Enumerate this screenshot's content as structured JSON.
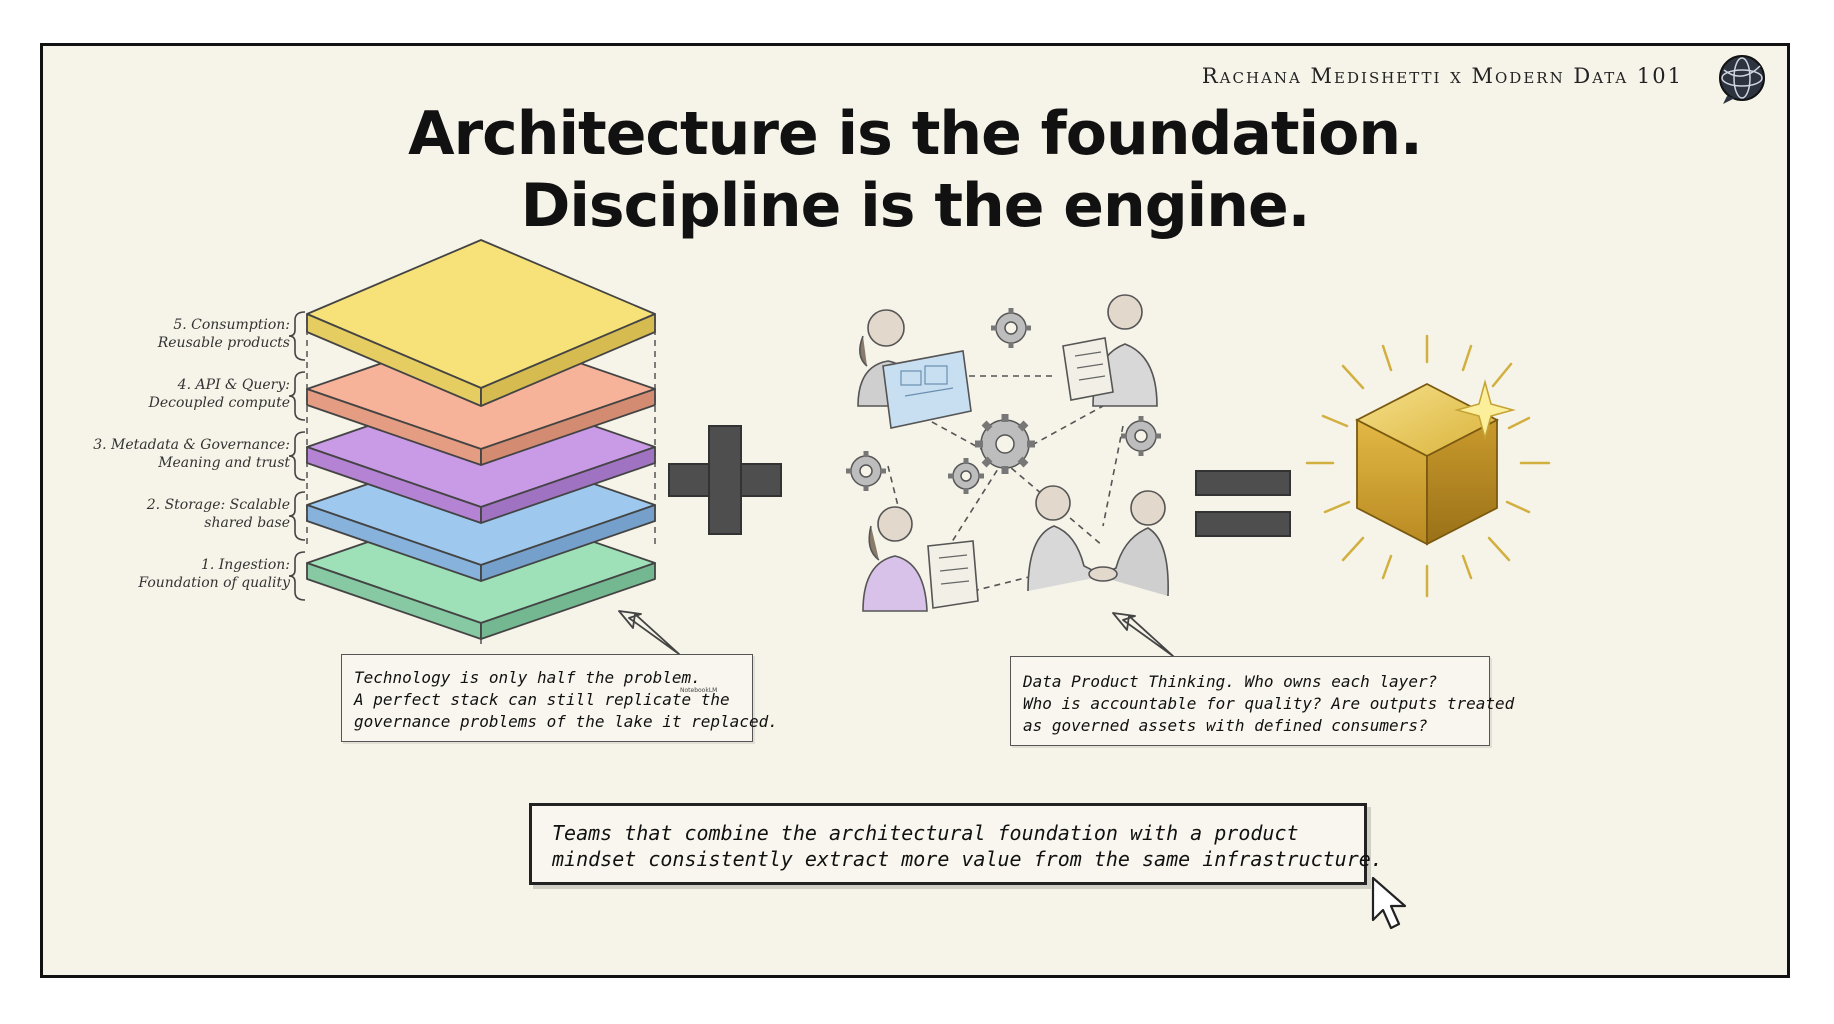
{
  "header": {
    "brand": "Rachana Medishetti x Modern Data 101",
    "logo_icon": "globe-chat-icon"
  },
  "title": {
    "line1": "Architecture is the foundation.",
    "line2": "Discipline is the engine."
  },
  "layers": [
    {
      "line1": "5. Consumption:",
      "line2": "Reusable products",
      "color": "#f7e27a"
    },
    {
      "line1": "4. API & Query:",
      "line2": "Decoupled compute",
      "color": "#f6b39a"
    },
    {
      "line1": "3. Metadata & Governance:",
      "line2": "Meaning and trust",
      "color": "#c99ae6"
    },
    {
      "line1": "2. Storage: Scalable",
      "line2": "shared base",
      "color": "#9fc8ee"
    },
    {
      "line1": "1. Ingestion:",
      "line2": "Foundation of quality",
      "color": "#9ee0b8"
    }
  ],
  "operators": {
    "plus_icon": "plus-icon",
    "equals_icon": "equals-icon",
    "result_icon": "glowing-gold-cube-icon"
  },
  "notes": {
    "left": [
      "Technology is only half the problem.",
      "A perfect stack can still replicate the",
      "governance problems of the lake it replaced."
    ],
    "left_watermark": "NotebookLM",
    "right": [
      "Data Product Thinking. Who owns each layer?",
      "Who is accountable for quality? Are outputs treated",
      "as governed assets with defined consumers?"
    ],
    "bottom": [
      "Teams that combine the architectural foundation with a product",
      "mindset consistently extract more value from the same infrastructure."
    ]
  },
  "colors": {
    "background": "#f6f3e8",
    "gold": "#d9b23a",
    "operator": "#555555"
  }
}
